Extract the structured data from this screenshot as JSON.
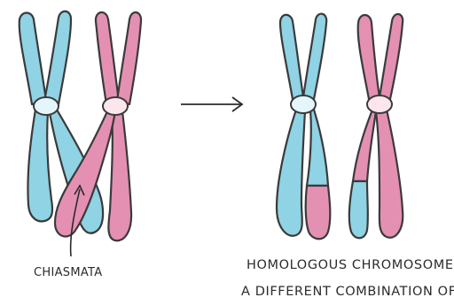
{
  "colors": {
    "blue": "#8fd3e4",
    "pink": "#e490b3",
    "centromere_blue": "#e4f6fb",
    "centromere_pink": "#fbe6ee",
    "outline": "#3a3a3a"
  },
  "labels": {
    "chiasmata": "CHIASMATA",
    "caption_line_1": "HOMOLOGOUS CHROMOSOMES HAVE",
    "caption_line_2": "A DIFFERENT COMBINATION OF ALLELES"
  },
  "icons": {
    "arrow": "right-arrow-icon"
  }
}
